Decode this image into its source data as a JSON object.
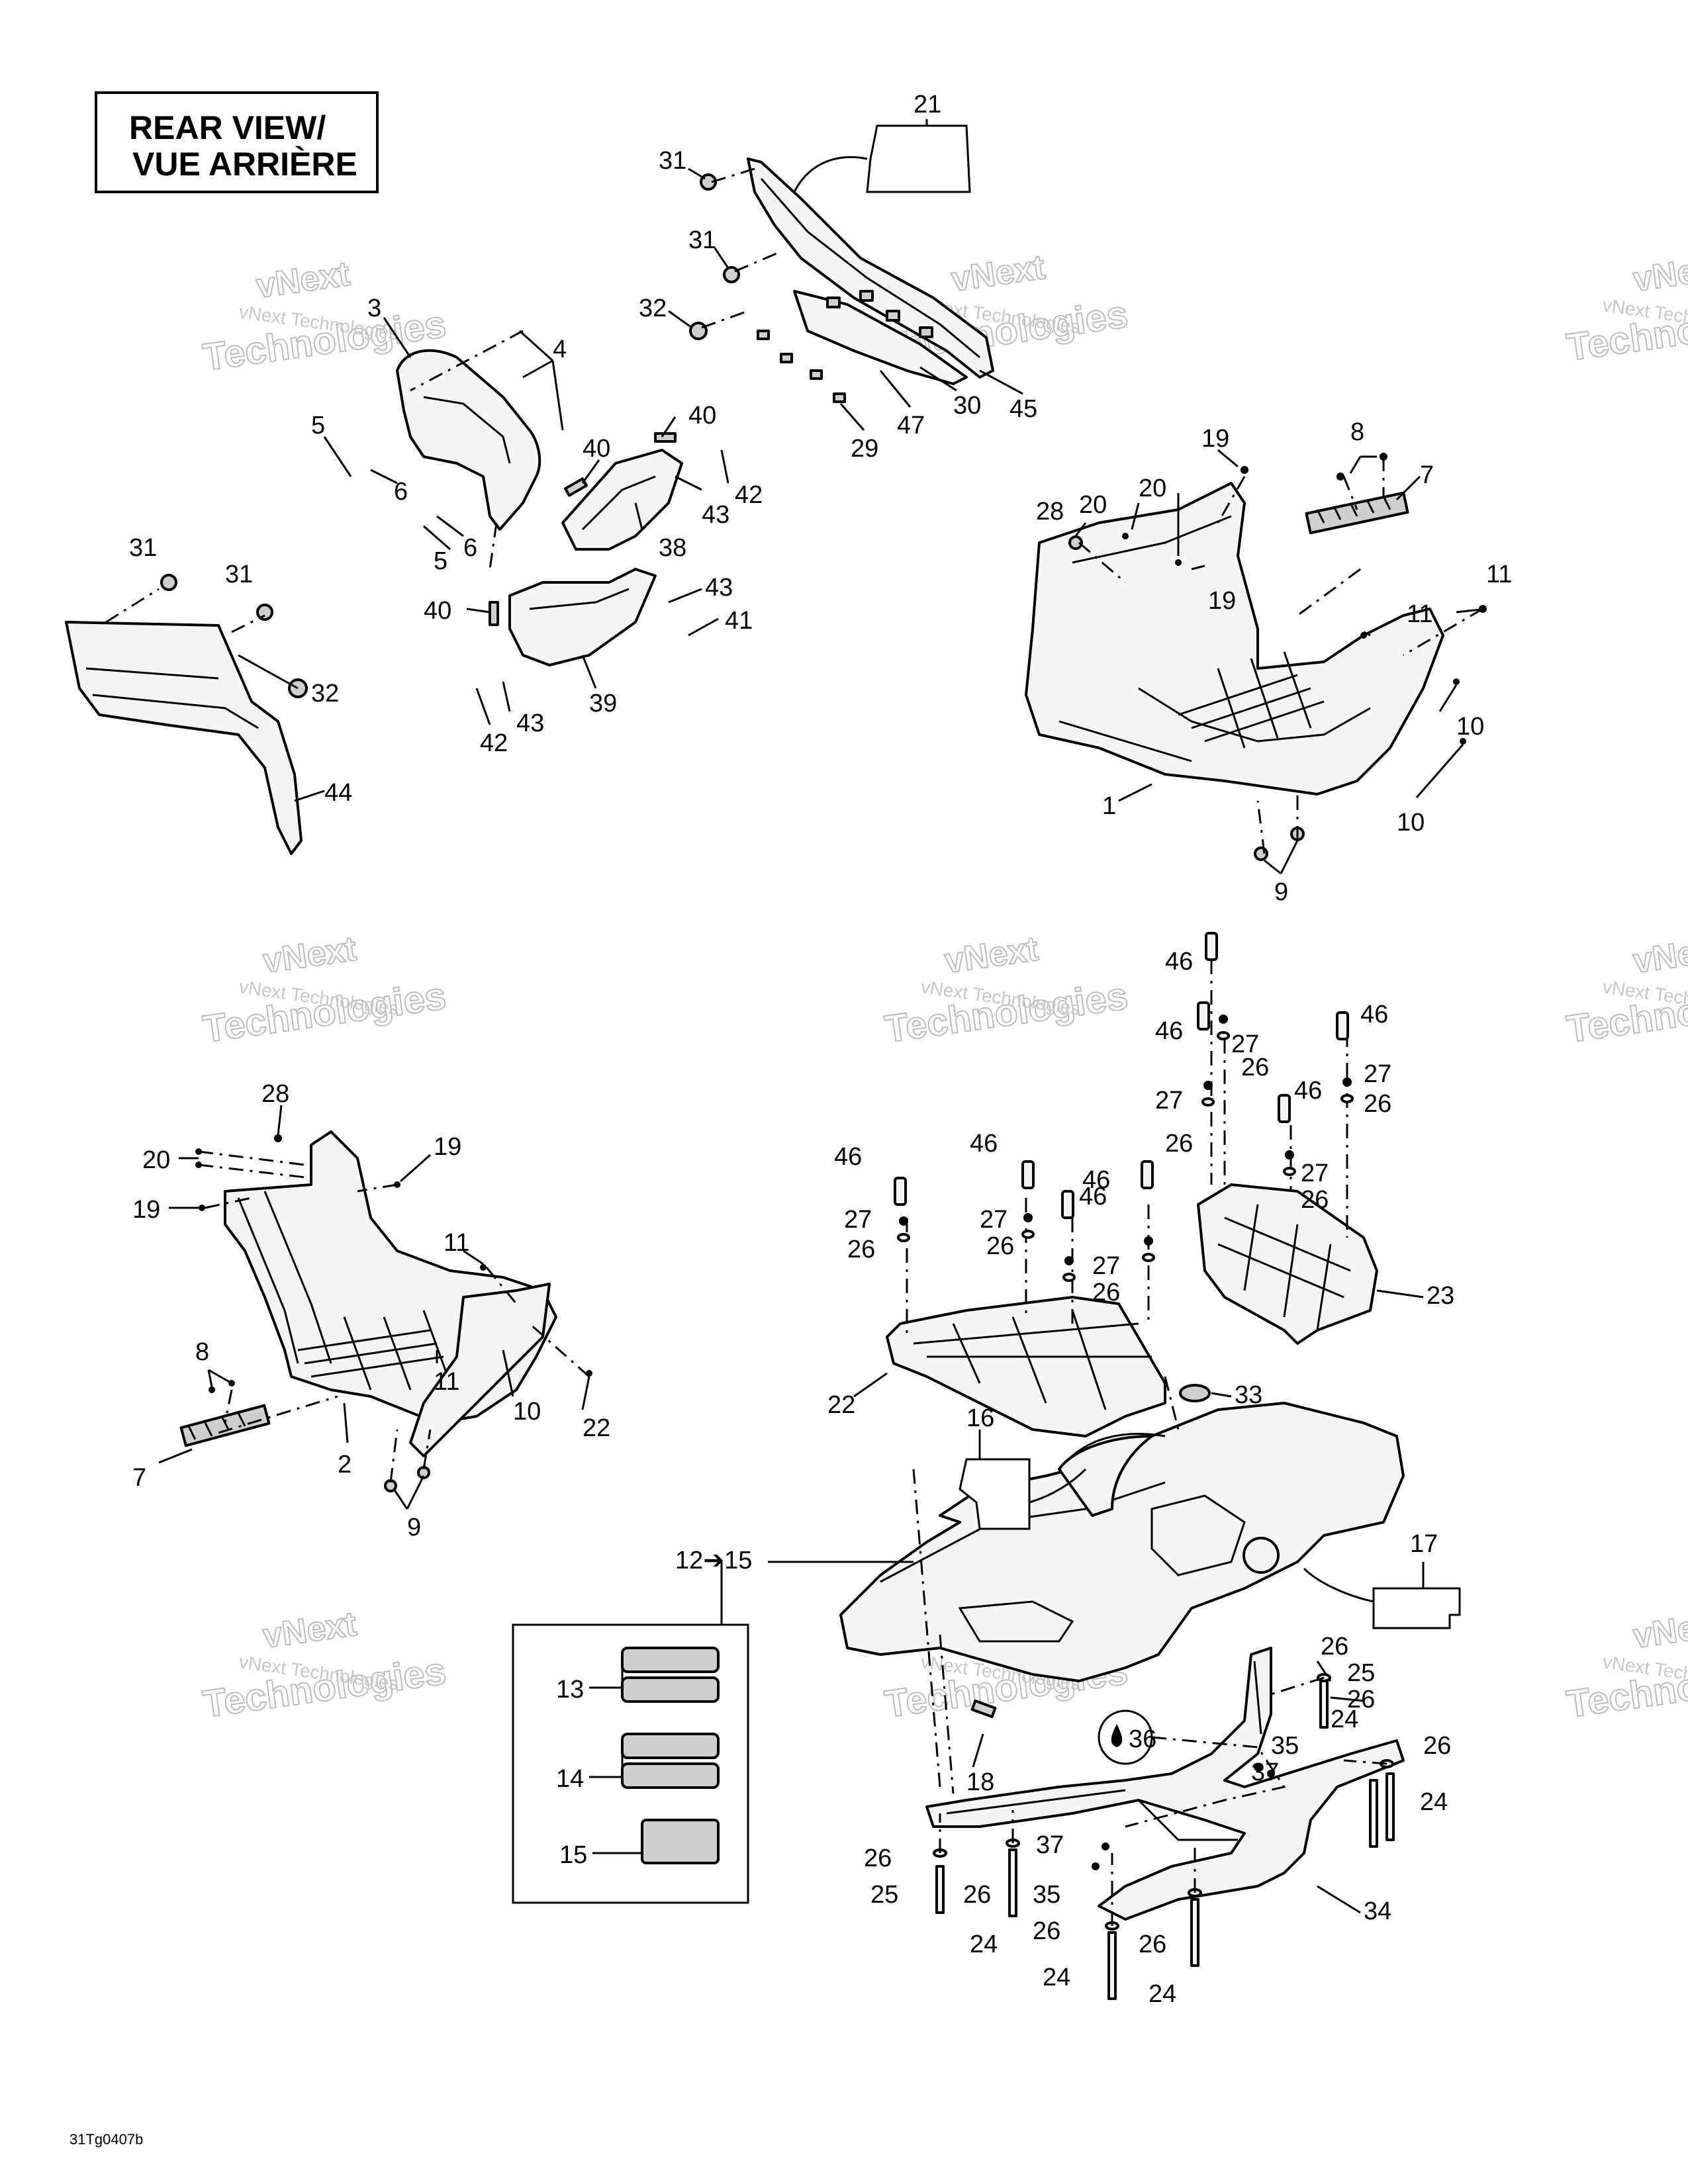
{
  "title": {
    "line1": "REAR VIEW/",
    "line2": "VUE ARRIÈRE"
  },
  "doc_id": "31Tg0407b",
  "watermark": {
    "company": "vNext Technologies",
    "line1": "vNext",
    "line2": "Technologies"
  },
  "panels": {
    "top_left": {
      "callouts": [
        "3",
        "4",
        "5",
        "6",
        "6",
        "5",
        "40",
        "40",
        "38",
        "43",
        "42",
        "43",
        "41",
        "40",
        "39",
        "43",
        "42",
        "31",
        "31",
        "32",
        "44"
      ]
    },
    "top_center": {
      "callouts": [
        "21",
        "31",
        "31",
        "32",
        "30",
        "45",
        "47",
        "29"
      ]
    },
    "top_right": {
      "callouts": [
        "19",
        "8",
        "7",
        "28",
        "20",
        "20",
        "19",
        "11",
        "11",
        "10",
        "10",
        "1",
        "9"
      ]
    },
    "bottom_left": {
      "callouts": [
        "28",
        "20",
        "19",
        "19",
        "11",
        "8",
        "11",
        "10",
        "22",
        "7",
        "2",
        "9"
      ]
    },
    "bottom_right": {
      "callouts": [
        "46",
        "46",
        "27",
        "26",
        "46",
        "46",
        "27",
        "26",
        "46",
        "46",
        "27",
        "26",
        "27",
        "26",
        "46",
        "27",
        "26",
        "27",
        "26",
        "46",
        "27",
        "26",
        "23",
        "22",
        "33",
        "16",
        "12➔15",
        "17",
        "13",
        "14",
        "15",
        "18",
        "36",
        "26",
        "25",
        "26",
        "24",
        "35",
        "37",
        "26",
        "24",
        "37",
        "35",
        "26",
        "25",
        "26",
        "24",
        "26",
        "24",
        "26",
        "24",
        "34"
      ]
    }
  }
}
